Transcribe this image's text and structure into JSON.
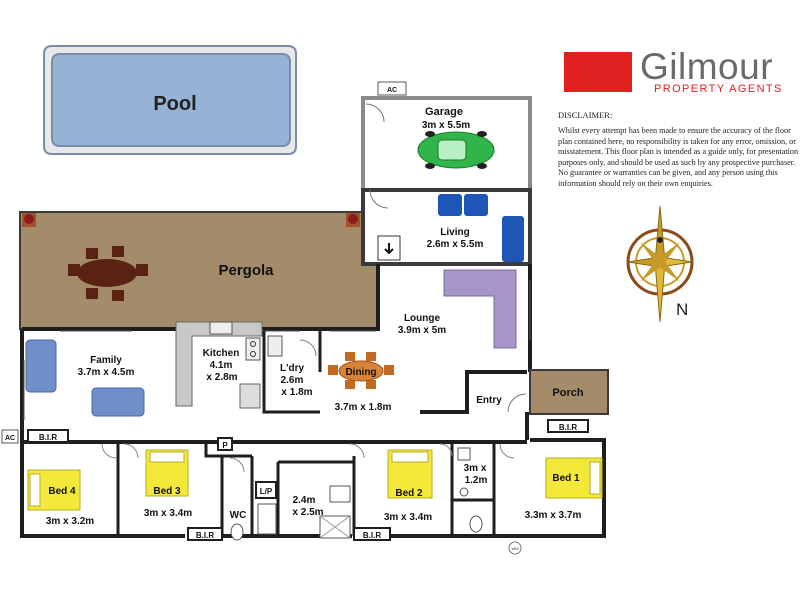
{
  "brand": {
    "name": "Gilmour",
    "tagline": "PROPERTY AGENTS",
    "accent_color": "#e0201e",
    "text_color": "#6a6a6a"
  },
  "disclaimer": {
    "title": "DISCLAIMER:",
    "body": "Whilst every attempt has been made to ensure the accuracy of the floor plan contained here, no responsibility is taken for any error, omission, or misstatement. This floor plan is intended as a guide only, for presentation purposes only, and should be used as such by any prospective purchaser. No guarantee or warranties can be given, and any person using this information should rely on their own enquiries."
  },
  "compass": {
    "north_label": "N",
    "icon": "compass-rose-icon"
  },
  "colors": {
    "wall": "#3a3a3a",
    "pool": "#96b3d6",
    "pool_edge": "#7a8ca8",
    "pergola": "#a48c6a",
    "porch": "#a48c6a",
    "bed": "#f4e93a",
    "car": "#2fb54a",
    "blue_furniture": "#1e56b8",
    "lounge_sofa": "#a695c8",
    "family_sofa": "#6f8fc8",
    "dining": "#c26a1f",
    "outdoor_setting": "#5a2212"
  },
  "plan": {
    "pool": "Pool",
    "pergola": "Pergola",
    "ac": "AC",
    "garage": {
      "name": "Garage",
      "dims": "3m x 5.5m"
    },
    "living": {
      "name": "Living",
      "dims": "2.6m x 5.5m"
    },
    "lounge": {
      "name": "Lounge",
      "dims": "3.9m x 5m"
    },
    "family": {
      "name": "Family",
      "dims": "3.7m x 4.5m"
    },
    "kitchen": {
      "name": "Kitchen",
      "dims1": "4.1m",
      "dims2": "x 2.8m"
    },
    "laundry": {
      "name": "L'dry",
      "dims1": "2.6m",
      "dims2": "x 1.8m"
    },
    "dining": {
      "name": "Dining",
      "dims": "3.7m x 1.8m"
    },
    "porch": "Porch",
    "entry": "Entry",
    "bir": "B.I.R",
    "pantry": "P",
    "linen": "L/P",
    "wc": "WC",
    "bathroom_dims1": "2.4m",
    "bathroom_dims2": "x 2.5m",
    "ensuite_dims1": "3m x",
    "ensuite_dims2": "1.2m",
    "bed1": {
      "name": "Bed 1",
      "dims": "3.3m x 3.7m"
    },
    "bed2": {
      "name": "Bed 2",
      "dims": "3m x 3.4m"
    },
    "bed3": {
      "name": "Bed 3",
      "dims": "3m x 3.4m"
    },
    "bed4": {
      "name": "Bed 4",
      "dims": "3m x 3.2m"
    },
    "meter": "WM"
  }
}
